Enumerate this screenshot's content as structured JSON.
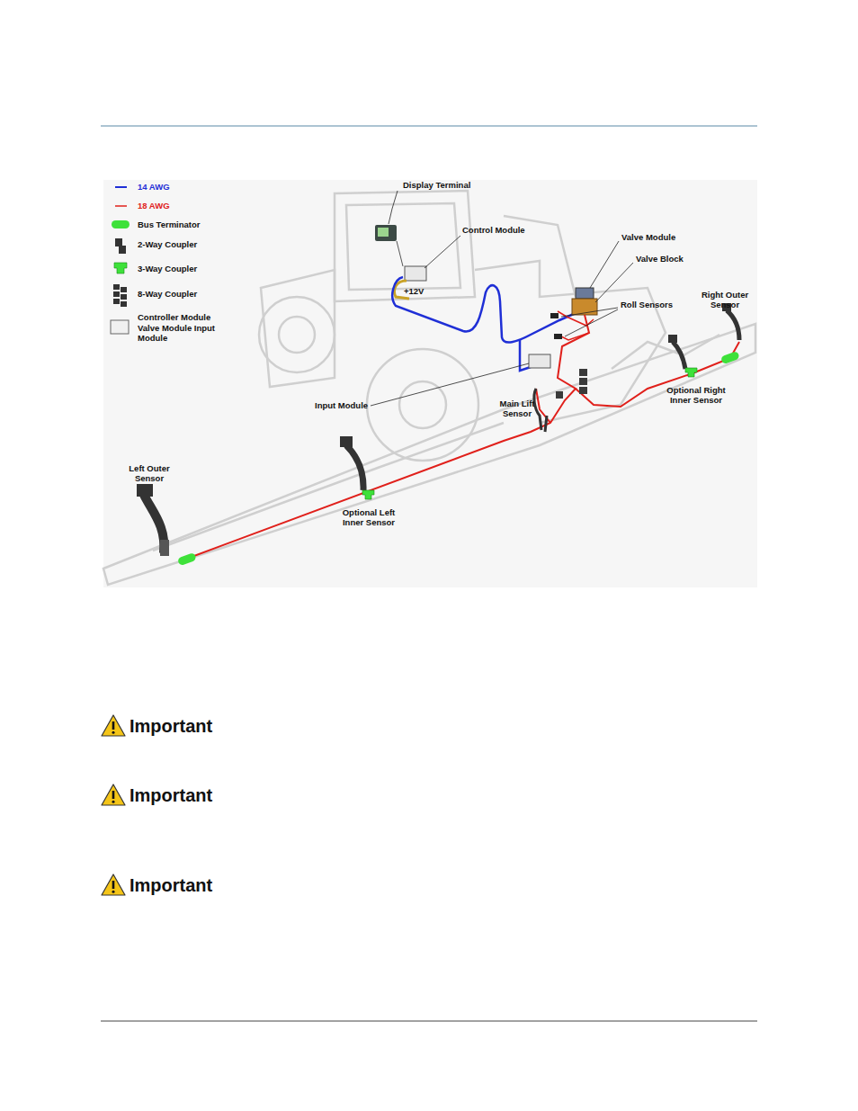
{
  "diagram": {
    "labels": [
      "Display Terminal",
      "Control Module",
      "+12V",
      "Valve Module",
      "Valve Block",
      "Roll Sensors",
      "Right Outer Sensor",
      "Input Module",
      "Main Lift Sensor",
      "Optional Right Inner Sensor",
      "Left Outer Sensor",
      "Optional Left Inner Sensor",
      "Important",
      "Important",
      "Important"
    ],
    "legend": [
      {
        "text": "14 AWG"
      },
      {
        "text": "18 AWG"
      },
      {
        "text": "Bus Terminator"
      },
      {
        "text": "2-Way Coupler"
      },
      {
        "text": "3-Way Coupler"
      },
      {
        "text": "8-Way Coupler"
      },
      {
        "text": "Controller Module Valve Module Input Module"
      }
    ]
  }
}
